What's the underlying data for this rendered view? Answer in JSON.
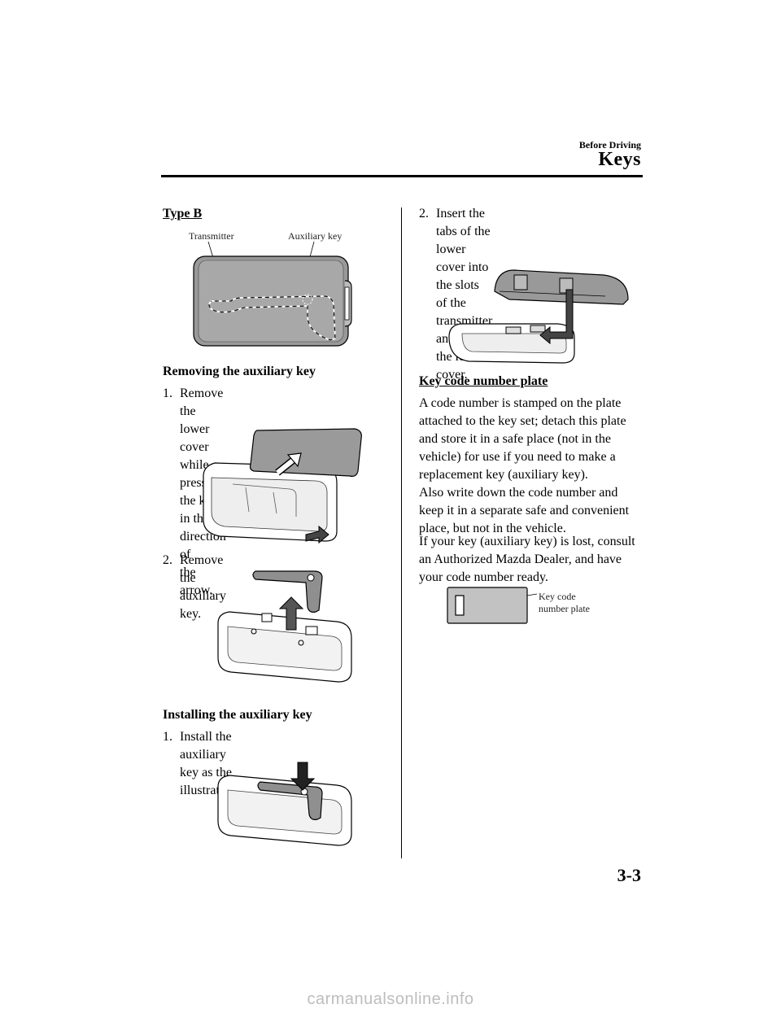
{
  "header": {
    "section": "Before Driving",
    "title": "Keys"
  },
  "left": {
    "type_heading": "Type B",
    "label_transmitter": "Transmitter",
    "label_aux_key": "Auxiliary key",
    "removing_heading": "Removing the auxiliary key",
    "removing_steps": [
      {
        "num": "1.",
        "lines": [
          "Remove the lower cover while",
          "pressing the knob in the direction of",
          "the arrow."
        ]
      },
      {
        "num": "2.",
        "lines": [
          "Remove the auxiliary key."
        ]
      }
    ],
    "installing_heading": "Installing the auxiliary key",
    "installing_steps": [
      {
        "num": "1.",
        "lines": [
          "Install the auxiliary key as the",
          "illustration."
        ]
      }
    ]
  },
  "right": {
    "step2": {
      "num": "2.",
      "lines": [
        "Insert the tabs of the lower cover into",
        "the slots of the transmitter and install",
        "the lower cover."
      ]
    },
    "plate_heading": "Key code number plate",
    "para1": [
      "A code number is stamped on the plate",
      "attached to the key set; detach this plate",
      "and store it in a safe place (not in the",
      "vehicle) for use if you need to make a",
      "replacement key (auxiliary key).",
      "Also write down the code number and",
      "keep it in a separate safe and convenient",
      "place, but not in the vehicle."
    ],
    "para2": [
      "If your key (auxiliary key) is lost, consult",
      "an Authorized Mazda Dealer, and have",
      "your code number ready."
    ],
    "plate_label": [
      "Key code",
      "number plate"
    ]
  },
  "page_number": "3-3",
  "watermark": "carmanualsonline.info"
}
